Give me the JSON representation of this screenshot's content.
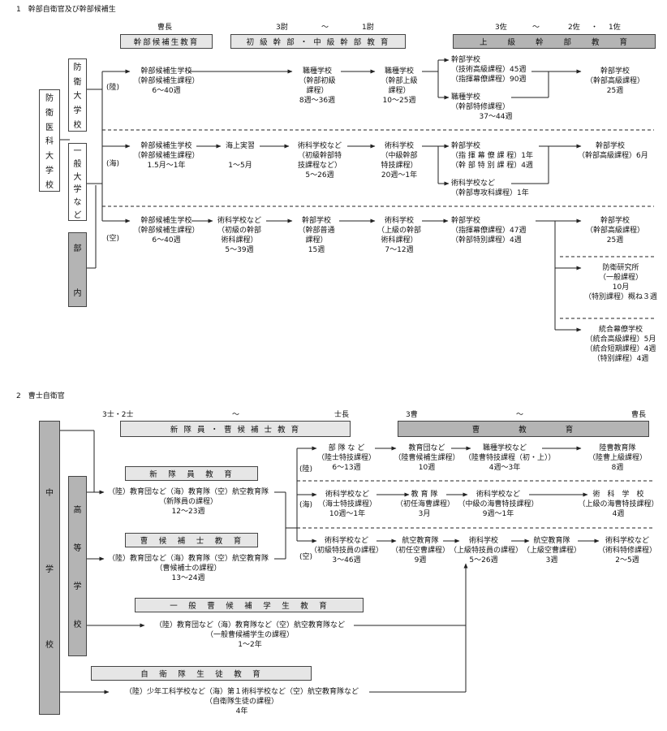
{
  "sec1_title": "1　幹部自衛官及び幹部候補生",
  "sec2_title": "2　曹士自衛官",
  "s1": {
    "rank_sochou": "曹長",
    "rank_3i": "3尉",
    "rank_tilde1": "〜",
    "rank_1i": "1尉",
    "rank_3sa": "3佐",
    "rank_tilde2": "〜",
    "rank_2sa": "2佐",
    "rank_dot": "・",
    "rank_1sa": "1佐",
    "hdr_a": "幹部候補生教育",
    "hdr_b": "初 級 幹 部 ・ 中 級 幹 部 教 育",
    "hdr_c": "上　　級　　幹　　部　　教　　育",
    "left_main": [
      "防",
      "衛",
      "医",
      "科",
      "大",
      "学",
      "校"
    ],
    "bodai": [
      "防",
      "衛",
      "大",
      "学",
      "校"
    ],
    "ippan": [
      "一",
      "般",
      "大",
      "学",
      "な",
      "ど"
    ],
    "butai": [
      "部",
      "",
      "内"
    ],
    "row_a_tag": "陸",
    "row_b_tag": "海",
    "row_c_tag": "空",
    "a1": [
      "幹部候補生学校",
      "（幹部候補生課程）",
      "6〜40週"
    ],
    "a2": [
      "職種学校",
      "（幹部初級",
      "課程）",
      "8週〜36週"
    ],
    "a3": [
      "職種学校",
      "（幹部上級",
      "課程）",
      "10〜25週"
    ],
    "a4": [
      "幹部学校",
      "（技術高級課程）45週",
      "（指揮幕僚課程）90週"
    ],
    "a5": [
      "職種学校",
      "（幹部特修課程）",
      "37〜44週"
    ],
    "a6": [
      "幹部学校",
      "（幹部高級課程）",
      "25週"
    ],
    "b1": [
      "幹部候補生学校",
      "（幹部候補生課程）",
      "1.5月〜1年"
    ],
    "b2": [
      "海上実習",
      "1〜5月"
    ],
    "b3": [
      "術科学校など",
      "（初級幹部特",
      "技課程など）",
      "5〜26週"
    ],
    "b4": [
      "術科学校",
      "（中級幹部",
      "特技課程）",
      "20週〜1年"
    ],
    "b5": [
      "幹部学校",
      "（指 揮 幕 僚 課 程）1年",
      "（幹 部 特 別 課 程）4週"
    ],
    "b6": [
      "術科学校など",
      "（幹部専攻科課程）1年"
    ],
    "b7": [
      "幹部学校",
      "（幹部高級課程）6月"
    ],
    "c1": [
      "幹部候補生学校",
      "（幹部候補生課程）",
      "6〜40週"
    ],
    "c2": [
      "術科学校など",
      "（初級の幹部",
      "術科課程）",
      "5〜39週"
    ],
    "c3": [
      "幹部学校",
      "（幹部普通",
      "課程）",
      "15週"
    ],
    "c4": [
      "術科学校",
      "（上級の幹部",
      "術科課程）",
      "7〜12週"
    ],
    "c5": [
      "幹部学校",
      "（指揮幕僚課程）47週",
      "（幹部特別課程）4週"
    ],
    "c6": [
      "幹部学校",
      "（幹部高級課程）",
      "25週"
    ],
    "d1": [
      "防衛研究所",
      "（一般課程）",
      "10月",
      "（特別課程）概ね３週"
    ],
    "d2": [
      "統合幕僚学校",
      "（統合高級課程）5月",
      "（統合短期課程）4週",
      "（特別課程）4週"
    ]
  },
  "s2": {
    "rank_a": "3士・2士",
    "rank_tilde1": "〜",
    "rank_b": "士長",
    "rank_c": "3曹",
    "rank_tilde2": "〜",
    "rank_d": "曹長",
    "hdr_a": "新 隊 員 ・ 曹 候 補 士 教 育",
    "hdr_b": "曹　　　　教　　　　育",
    "chugaku": [
      "中",
      "学",
      "校"
    ],
    "koutou": [
      "高",
      "等",
      "学",
      "校"
    ],
    "shintaiin": "新　隊　員　教　育",
    "sokouhoshi": "曹　候　補　士　教　育",
    "ippan_so": "一　般　曹　候　補　学　生　教　育",
    "jieitai_seito": "自　衛　隊　生　徒　教　育",
    "n1": [
      "（陸）教育団など（海）教育隊（空）航空教育隊",
      "（新隊員の課程）",
      "12〜23週"
    ],
    "n2": [
      "（陸）教育団など（海）教育隊（空）航空教育隊",
      "（曹候補士の課程）",
      "13〜24週"
    ],
    "n3": [
      "（陸）教育団など（海）教育隊など（空）航空教育隊など",
      "（一般曹候補学生の課程）",
      "1〜2年"
    ],
    "n4": [
      "（陸）少年工科学校など（海）第１術科学校など（空）航空教育隊など",
      "（自衛隊生徒の課程）",
      "4年"
    ],
    "tag_a": "陸",
    "tag_b": "海",
    "tag_c": "空",
    "ra1": [
      "部 隊 な ど",
      "（陸士特技課程）",
      "6〜13週"
    ],
    "ra2": [
      "教育団など",
      "（陸曹候補生課程）",
      "10週"
    ],
    "ra3": [
      "職種学校など",
      "（陸曹特技課程（初・上））",
      "4週〜3年"
    ],
    "ra4": [
      "陸曹教育隊",
      "（陸曹上級課程）",
      "8週"
    ],
    "rb1": [
      "術科学校など",
      "（海士特技課程）",
      "10週〜1年"
    ],
    "rb2": [
      "教 育 隊",
      "（初任海曹課程）",
      "3月"
    ],
    "rb3": [
      "術科学校など",
      "（中級の海曹特技課程）",
      "9週〜1年"
    ],
    "rb4": [
      "術　科　学　校",
      "（上級の海曹特技課程）",
      "4週"
    ],
    "rc1": [
      "術科学校など",
      "（初級特技員の課程）",
      "3〜46週"
    ],
    "rc2": [
      "航空教育隊",
      "（初任空曹課程）",
      "9週"
    ],
    "rc3": [
      "術科学校",
      "（上級特技員の課程）",
      "5〜26週"
    ],
    "rc4": [
      "航空教育隊",
      "（上級空曹課程）",
      "3週"
    ],
    "rc5": [
      "術科学校など",
      "（術科特修課程）",
      "2〜5週"
    ]
  }
}
